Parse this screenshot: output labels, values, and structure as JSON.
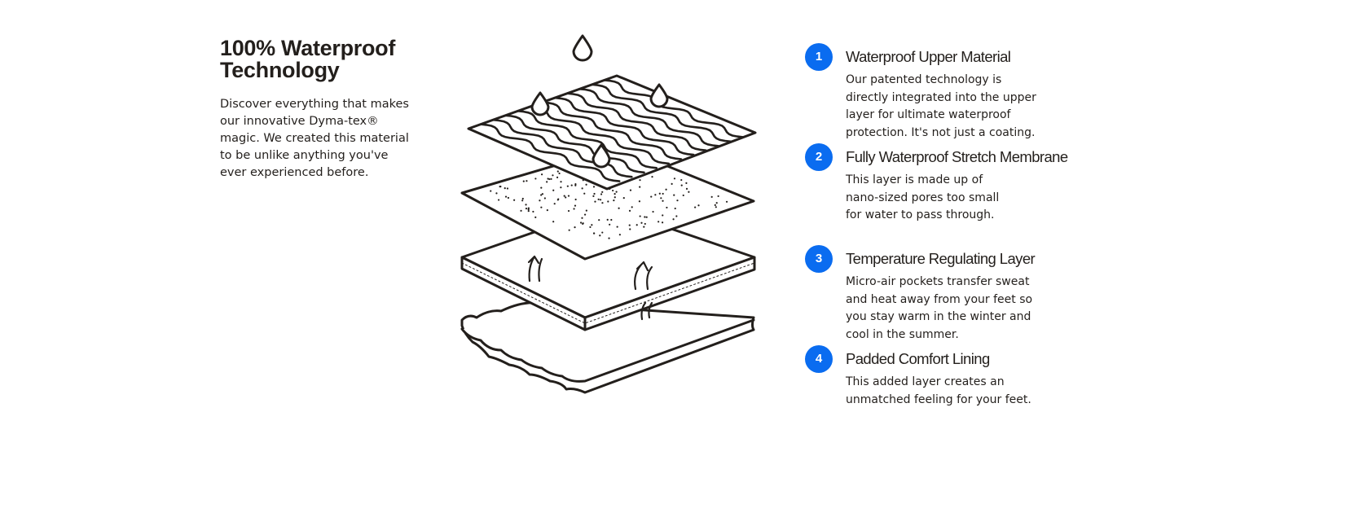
{
  "heading": "100% Waterproof Technology",
  "intro": [
    "Discover everything that makes",
    "our innovative Dyma-tex®",
    "magic. We created this material",
    "to be unlike anything you've",
    "ever experienced before."
  ],
  "accent_color": "#0a6cf0",
  "features": [
    {
      "number": "1",
      "title": "Waterproof Upper Material",
      "lines": [
        "Our patented technology is",
        "directly integrated into the upper",
        "layer for ultimate waterproof",
        "protection. It's not just a coating."
      ]
    },
    {
      "number": "2",
      "title": "Fully Waterproof Stretch Membrane",
      "lines": [
        "This layer is made up of",
        "nano-sized pores too small",
        "for water to pass through."
      ]
    },
    {
      "number": "3",
      "title": "Temperature Regulating Layer",
      "lines": [
        "Micro-air pockets transfer sweat",
        "and heat away from your feet so",
        "you stay warm in the winter and",
        "cool in the summer."
      ]
    },
    {
      "number": "4",
      "title": "Padded Comfort Lining",
      "lines": [
        "This added layer creates an",
        "unmatched feeling for your feet."
      ]
    }
  ]
}
